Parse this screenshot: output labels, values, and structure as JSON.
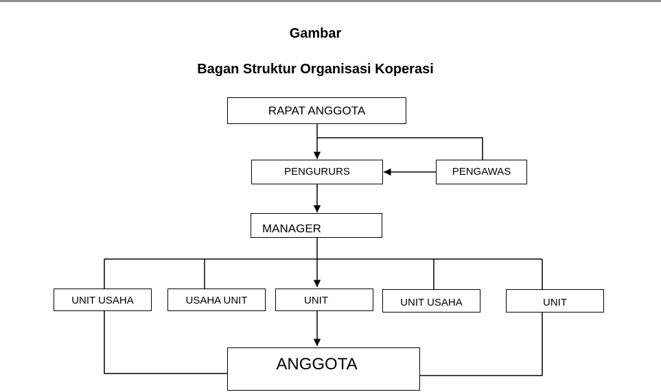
{
  "heading": {
    "line1": "Gambar",
    "line2": "Bagan Struktur Organisasi Koperasi"
  },
  "nodes": {
    "rapat_anggota": "RAPAT ANGGOTA",
    "pengurus": "PENGURURS",
    "pengawas": "PENGAWAS",
    "manager": "MANAGER",
    "unit_1": "UNIT USAHA",
    "unit_2": "USAHA UNIT",
    "unit_3": "UNIT",
    "unit_4": "UNIT USAHA",
    "unit_5": "UNIT",
    "anggota": "ANGGOTA"
  },
  "edges": [
    {
      "from": "RAPAT ANGGOTA",
      "to": "PENGURURS",
      "arrow": true
    },
    {
      "from": "RAPAT ANGGOTA",
      "to": "PENGAWAS",
      "arrow": false
    },
    {
      "from": "PENGAWAS",
      "to": "PENGURURS",
      "arrow": true
    },
    {
      "from": "PENGURURS",
      "to": "MANAGER",
      "arrow": true
    },
    {
      "from": "MANAGER",
      "to": "UNIT",
      "arrow": true
    },
    {
      "from": "MANAGER",
      "to": "UNIT USAHA",
      "arrow": false
    },
    {
      "from": "MANAGER",
      "to": "USAHA UNIT",
      "arrow": false
    },
    {
      "from": "UNIT",
      "to": "ANGGOTA",
      "arrow": true
    },
    {
      "from": "UNIT USAHA",
      "to": "ANGGOTA",
      "arrow": false
    }
  ]
}
